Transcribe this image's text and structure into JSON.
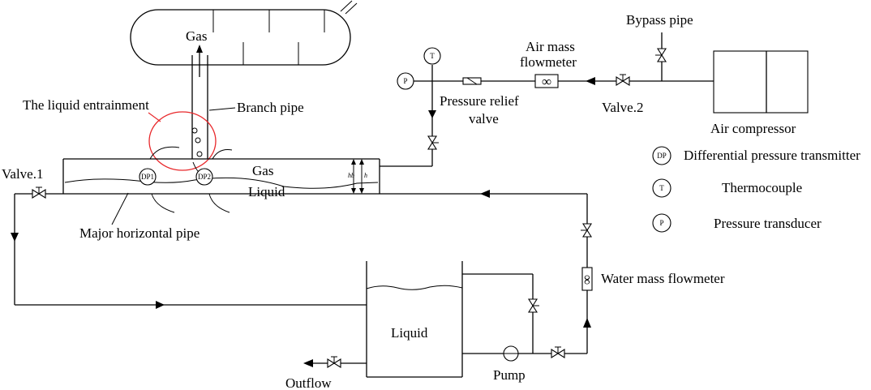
{
  "labels": {
    "gas_top": "Gas",
    "liquid_entrainment": "The liquid entrainment",
    "branch_pipe": "Branch pipe",
    "valve1": "Valve.1",
    "major_pipe": "Major horizontal pipe",
    "gas_pipe": "Gas",
    "liquid_pipe": "Liquid",
    "hb": "hb",
    "h": "h",
    "pressure_relief_line1": "Pressure relief",
    "pressure_relief_line2": "valve",
    "air_flowmeter_line1": "Air mass",
    "air_flowmeter_line2": "flowmeter",
    "valve2": "Valve.2",
    "bypass_pipe": "Bypass pipe",
    "air_compressor": "Air compressor",
    "legend_dp": "Differential pressure transmitter",
    "legend_t": "Thermocouple",
    "legend_p": "Pressure transducer",
    "water_flowmeter": "Water mass flowmeter",
    "tank_liquid": "Liquid",
    "pump": "Pump",
    "outflow": "Outflow"
  },
  "symbols": {
    "dp1": "DP1",
    "dp2": "DP2",
    "dp": "DP",
    "t": "T",
    "p": "P",
    "infinity": "∞"
  },
  "colors": {
    "line": "#000000",
    "entrainment_circle": "#e8282b"
  }
}
